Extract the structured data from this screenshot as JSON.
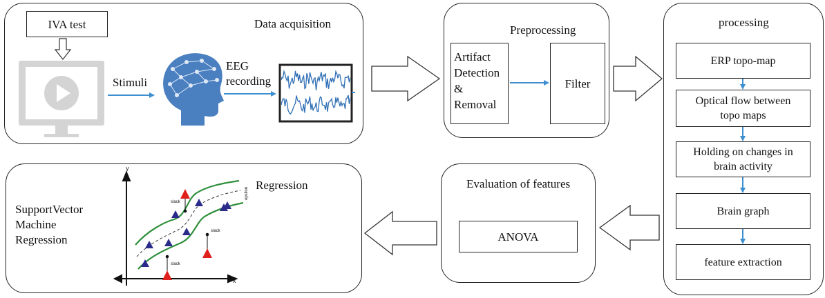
{
  "acquisition": {
    "title": "Data acquisition",
    "test_label": "IVA test",
    "stimuli_label": "Stimuli",
    "eeg_line1": "EEG",
    "eeg_line2": "recording",
    "monitor_icon": "monitor-play-icon",
    "head_icon": "brain-network-head-icon",
    "eeg_icon": "eeg-waveform-icon"
  },
  "preprocessing": {
    "title": "Preprocessing",
    "artifact_line1": "Artifact",
    "artifact_line2": "Detection",
    "artifact_line3": "&",
    "artifact_line4": "Removal",
    "filter_label": "Filter"
  },
  "processing": {
    "title": "processing",
    "steps": [
      {
        "line1": "ERP topo-map",
        "line2": ""
      },
      {
        "line1": "Optical flow between",
        "line2": "topo maps"
      },
      {
        "line1": "Holding on changes in",
        "line2": "brain activity"
      },
      {
        "line1": "Brain graph",
        "line2": ""
      },
      {
        "line1": "feature extraction",
        "line2": ""
      }
    ]
  },
  "evaluation": {
    "title": "Evaluation of features",
    "method_label": "ANOVA"
  },
  "regression": {
    "title": "Regression",
    "line1": "SupportVector",
    "line2": "Machine",
    "line3": "Regression",
    "plot": {
      "y_axis_label": "y",
      "x_axis_label": "x",
      "slack_label": "slack",
      "epsilon_label": "epsilon"
    }
  },
  "colors": {
    "arrow_blue": "#3d8fd0",
    "band_green": "#2f8f3c",
    "point_blue": "#2b2b8c",
    "point_red": "#e0201c",
    "eeg_wave": "#2f6fb5",
    "head_blue": "#4a7fc0"
  }
}
